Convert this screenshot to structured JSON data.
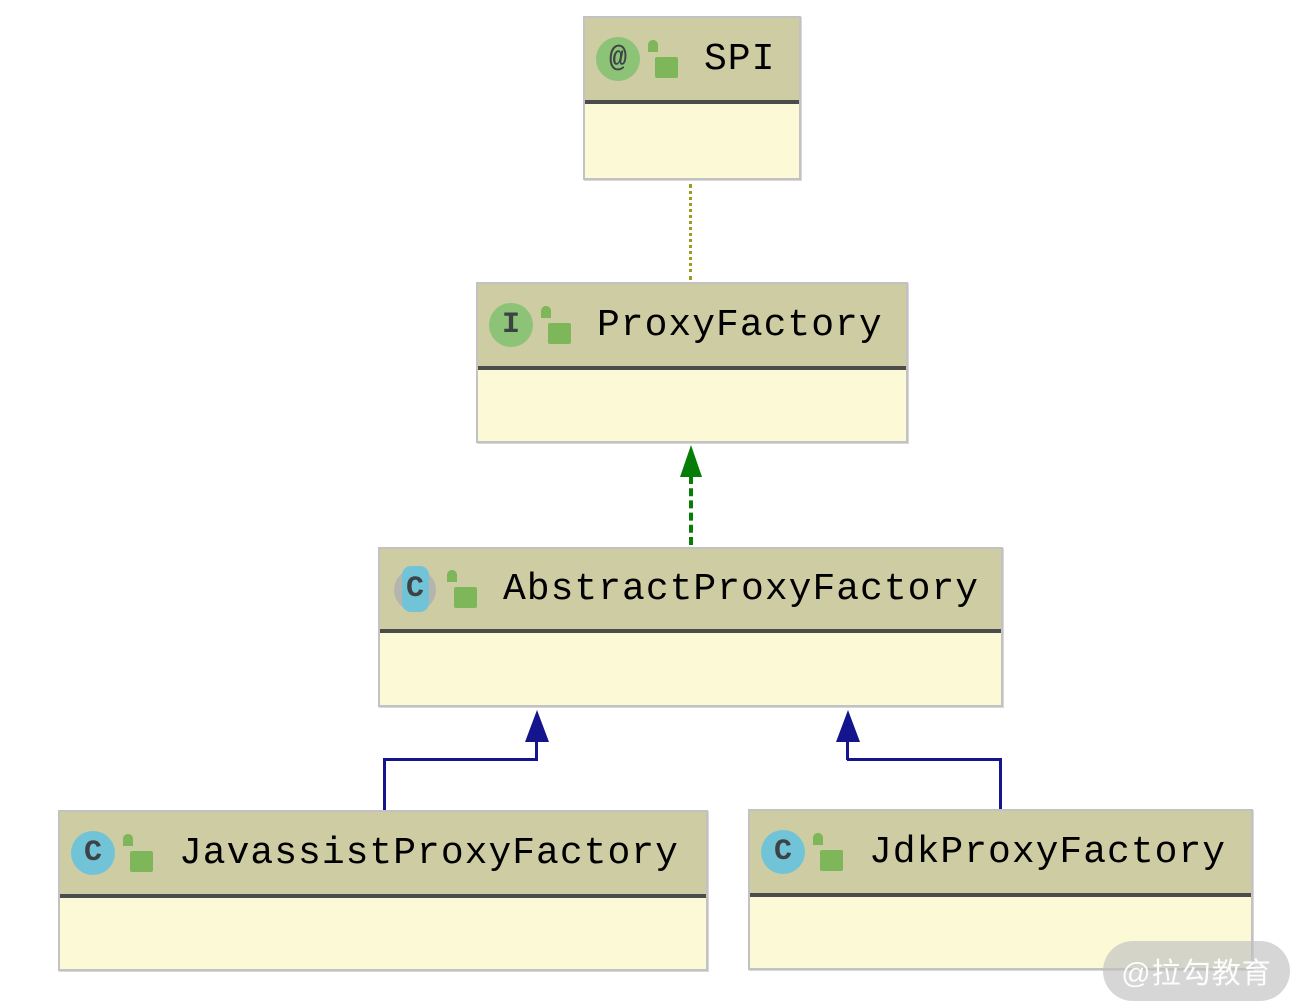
{
  "diagram": {
    "type": "uml-class-diagram",
    "nodes": [
      {
        "id": "spi",
        "label": "SPI",
        "kind": "annotation",
        "badge": "@",
        "icon": "annotation-icon",
        "visibility_icon": "open-lock-icon"
      },
      {
        "id": "proxy-factory",
        "label": "ProxyFactory",
        "kind": "interface",
        "badge": "I",
        "icon": "interface-icon",
        "visibility_icon": "open-lock-icon"
      },
      {
        "id": "abstract-proxy-factory",
        "label": "AbstractProxyFactory",
        "kind": "abstract-class",
        "badge": "C",
        "icon": "abstract-class-icon",
        "visibility_icon": "open-lock-icon"
      },
      {
        "id": "javassist-proxy-factory",
        "label": "JavassistProxyFactory",
        "kind": "class",
        "badge": "C",
        "icon": "class-icon",
        "visibility_icon": "open-lock-icon"
      },
      {
        "id": "jdk-proxy-factory",
        "label": "JdkProxyFactory",
        "kind": "class",
        "badge": "C",
        "icon": "class-icon",
        "visibility_icon": "open-lock-icon"
      }
    ],
    "edges": [
      {
        "from": "proxy-factory",
        "to": "spi",
        "type": "annotation-dependency",
        "style": "dotted",
        "color": "#9c9c1e"
      },
      {
        "from": "abstract-proxy-factory",
        "to": "proxy-factory",
        "type": "implements",
        "style": "dashed-arrow",
        "color": "#067d06"
      },
      {
        "from": "javassist-proxy-factory",
        "to": "abstract-proxy-factory",
        "type": "extends",
        "style": "solid-arrow",
        "color": "#14148c"
      },
      {
        "from": "jdk-proxy-factory",
        "to": "abstract-proxy-factory",
        "type": "extends",
        "style": "solid-arrow",
        "color": "#14148c"
      }
    ],
    "colors": {
      "header_background": "#cecca3",
      "body_background": "#fbf9d6",
      "box_border": "#c2c2c2",
      "header_separator": "#4c4c4c",
      "annotation_badge": "#8cc377",
      "class_badge": "#71c4d7",
      "abstract_backdrop": "#b5b5af",
      "lock_green": "#7db75a",
      "dotted_edge": "#9c9c1e",
      "implements_edge": "#067d06",
      "extends_edge": "#14148c",
      "page_background": "#ffffff"
    }
  },
  "watermark": {
    "text": "@拉勾教育"
  }
}
